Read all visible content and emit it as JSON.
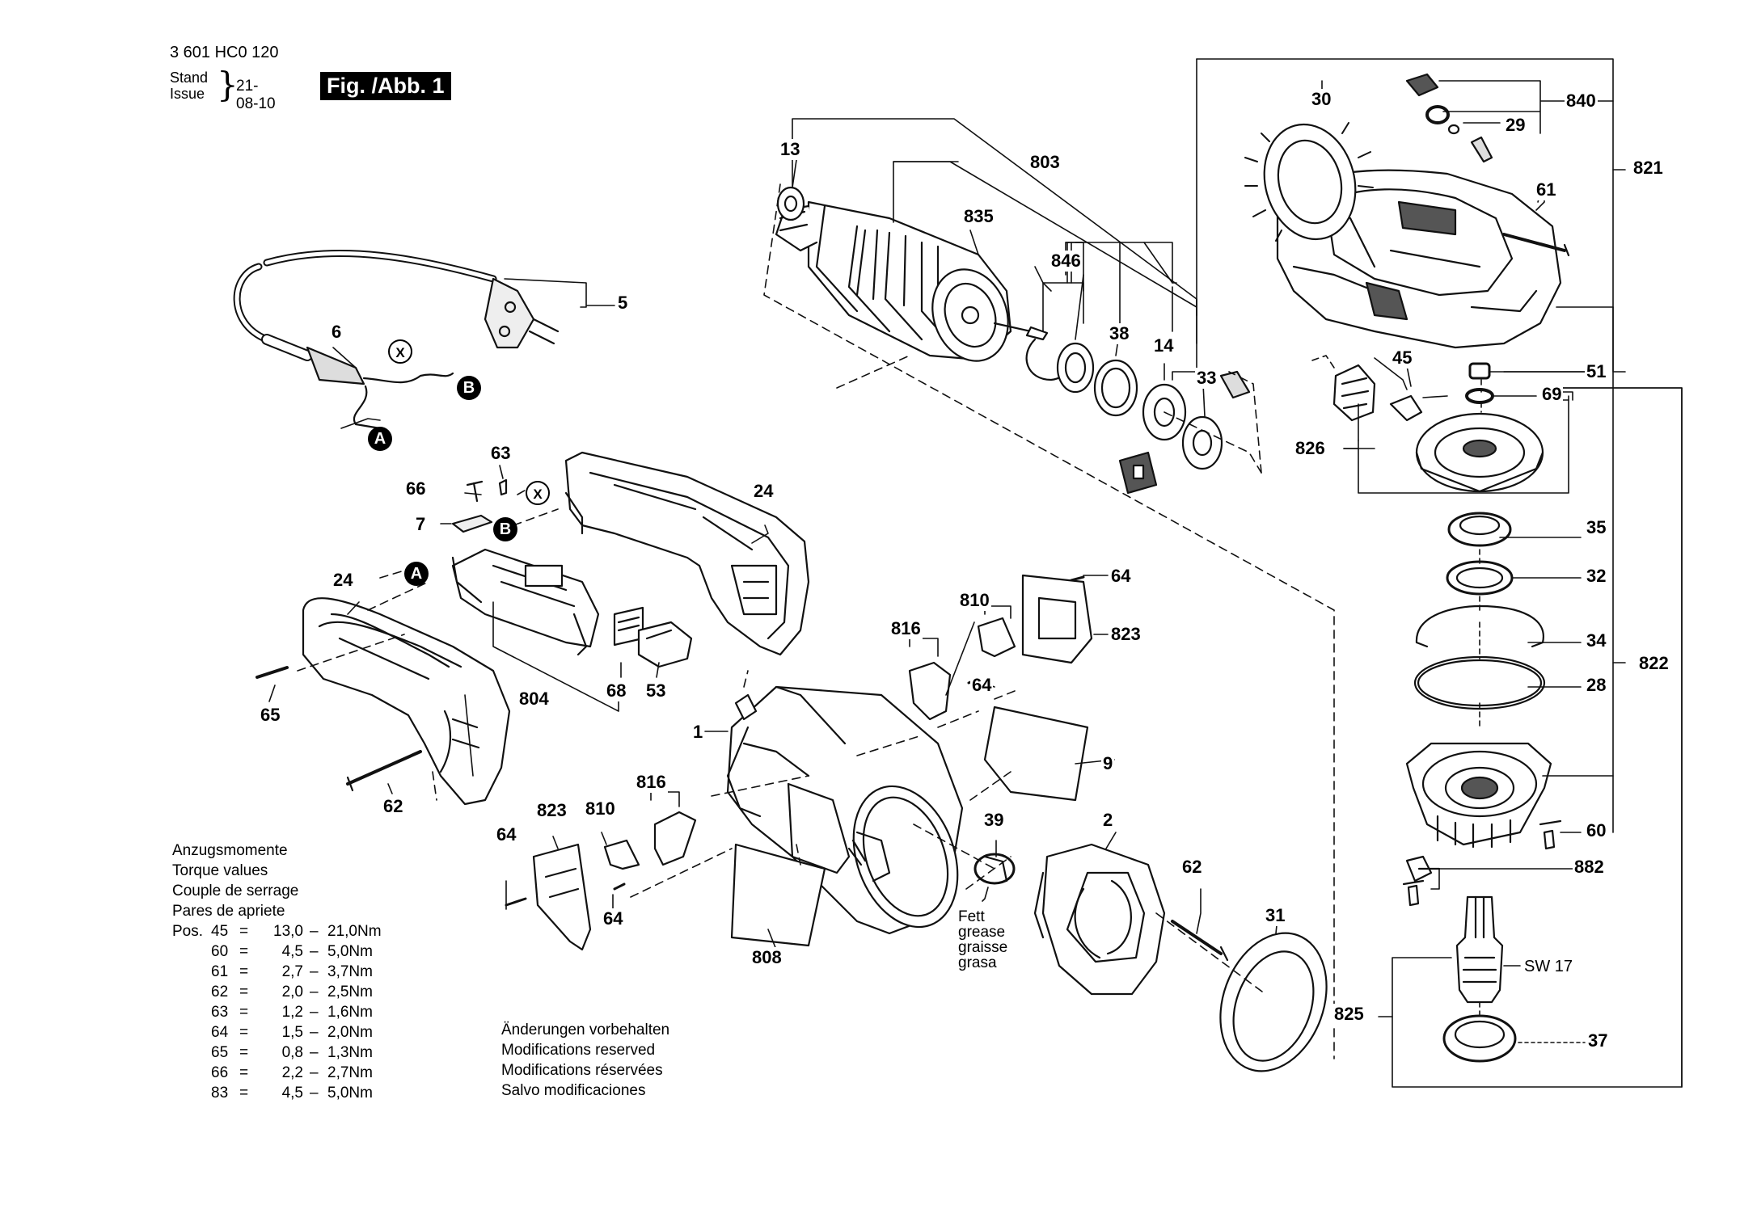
{
  "header": {
    "doc_id": "3 601 HC0 120",
    "stand_label": "Stand",
    "issue_label": "Issue",
    "date": "21-08-10",
    "figure_label": "Fig. /Abb. 1"
  },
  "parts": [
    {
      "id": "p13",
      "label": "13"
    },
    {
      "id": "p803",
      "label": "803"
    },
    {
      "id": "p835",
      "label": "835"
    },
    {
      "id": "p846",
      "label": "846"
    },
    {
      "id": "p38",
      "label": "38"
    },
    {
      "id": "p14",
      "label": "14"
    },
    {
      "id": "p33",
      "label": "33"
    },
    {
      "id": "p30",
      "label": "30"
    },
    {
      "id": "p840",
      "label": "840"
    },
    {
      "id": "p29",
      "label": "29"
    },
    {
      "id": "p821",
      "label": "821"
    },
    {
      "id": "p61",
      "label": "61"
    },
    {
      "id": "p51",
      "label": "51"
    },
    {
      "id": "p45",
      "label": "45"
    },
    {
      "id": "p69",
      "label": "69"
    },
    {
      "id": "p826",
      "label": "826"
    },
    {
      "id": "p35",
      "label": "35"
    },
    {
      "id": "p32",
      "label": "32"
    },
    {
      "id": "p34",
      "label": "34"
    },
    {
      "id": "p822",
      "label": "822"
    },
    {
      "id": "p28",
      "label": "28"
    },
    {
      "id": "p60",
      "label": "60"
    },
    {
      "id": "p882",
      "label": "882"
    },
    {
      "id": "p825",
      "label": "825"
    },
    {
      "id": "p37",
      "label": "37"
    },
    {
      "id": "p5",
      "label": "5"
    },
    {
      "id": "p6",
      "label": "6"
    },
    {
      "id": "p63",
      "label": "63"
    },
    {
      "id": "p66",
      "label": "66"
    },
    {
      "id": "p7",
      "label": "7"
    },
    {
      "id": "p24a",
      "label": "24"
    },
    {
      "id": "p24b",
      "label": "24"
    },
    {
      "id": "p65",
      "label": "65"
    },
    {
      "id": "p62a",
      "label": "62"
    },
    {
      "id": "p804",
      "label": "804"
    },
    {
      "id": "p68",
      "label": "68"
    },
    {
      "id": "p53",
      "label": "53"
    },
    {
      "id": "p64a",
      "label": "64"
    },
    {
      "id": "p810a",
      "label": "810"
    },
    {
      "id": "p823a",
      "label": "823"
    },
    {
      "id": "p816a",
      "label": "816"
    },
    {
      "id": "p64b",
      "label": "64"
    },
    {
      "id": "p1",
      "label": "1"
    },
    {
      "id": "p9",
      "label": "9"
    },
    {
      "id": "p816b",
      "label": "816"
    },
    {
      "id": "p823b",
      "label": "823"
    },
    {
      "id": "p810b",
      "label": "810"
    },
    {
      "id": "p64c",
      "label": "64"
    },
    {
      "id": "p64d",
      "label": "64"
    },
    {
      "id": "p39",
      "label": "39"
    },
    {
      "id": "p2",
      "label": "2"
    },
    {
      "id": "p62b",
      "label": "62"
    },
    {
      "id": "p31",
      "label": "31"
    },
    {
      "id": "p808",
      "label": "808"
    }
  ],
  "markers": {
    "a": "A",
    "b": "B",
    "x": "X"
  },
  "grease_note": [
    "Fett",
    "grease",
    "graisse",
    "grasa"
  ],
  "wrench_size": "SW 17",
  "torque": {
    "headings": [
      "Anzugsmomente",
      "Torque values",
      "Couple de serrage",
      "Pares de apriete"
    ],
    "pos_label": "Pos.",
    "rows": [
      {
        "pos": "45",
        "eq": "=",
        "min": "13,0",
        "dash": "–",
        "max": "21,0Nm"
      },
      {
        "pos": "60",
        "eq": "=",
        "min": "4,5",
        "dash": "–",
        "max": "5,0Nm"
      },
      {
        "pos": "61",
        "eq": "=",
        "min": "2,7",
        "dash": "–",
        "max": "3,7Nm"
      },
      {
        "pos": "62",
        "eq": "=",
        "min": "2,0",
        "dash": "–",
        "max": "2,5Nm"
      },
      {
        "pos": "63",
        "eq": "=",
        "min": "1,2",
        "dash": "–",
        "max": "1,6Nm"
      },
      {
        "pos": "64",
        "eq": "=",
        "min": "1,5",
        "dash": "–",
        "max": "2,0Nm"
      },
      {
        "pos": "65",
        "eq": "=",
        "min": "0,8",
        "dash": "–",
        "max": "1,3Nm"
      },
      {
        "pos": "66",
        "eq": "=",
        "min": "2,2",
        "dash": "–",
        "max": "2,7Nm"
      },
      {
        "pos": "83",
        "eq": "=",
        "min": "4,5",
        "dash": "–",
        "max": "5,0Nm"
      }
    ]
  },
  "modifications": [
    "Änderungen vorbehalten",
    "Modifications reserved",
    "Modifications réservées",
    "Salvo modificaciones"
  ],
  "colors": {
    "line": "#111111",
    "part_fill": "#ffffff",
    "shade": "#555555",
    "badge": "#000000"
  }
}
